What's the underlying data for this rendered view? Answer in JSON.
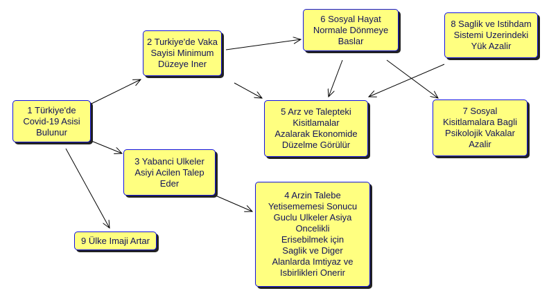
{
  "nodes": [
    {
      "id": 1,
      "label": "1 Türkiye'de\nCovid-19 Asisi\nBulunur"
    },
    {
      "id": 2,
      "label": "2 Turkiye'de Vaka\nSayisi Minimum\nDüzeye Iner"
    },
    {
      "id": 3,
      "label": "3 Yabanci Ulkeler\nAsiyi Acilen Talep\nEder"
    },
    {
      "id": 4,
      "label": "4 Arzin Talebe\nYetisememesi Sonucu\nGuclu Ulkeler Asiya\nOncelikli\nErisebilmek için\nSaglik ve Diger\nAlanlarda Imtiyaz ve\nIsbirlikleri Onerir"
    },
    {
      "id": 5,
      "label": "5 Arz ve Talepteki\nKisitlamalar\nAzalarak Ekonomide\nDüzelme Görülür"
    },
    {
      "id": 6,
      "label": "6 Sosyal Hayat\nNormale Dönmeye\nBaslar"
    },
    {
      "id": 7,
      "label": "7 Sosyal\nKisitlamalara Bagli\nPsikolojik Vakalar\nAzalir"
    },
    {
      "id": 8,
      "label": "8 Saglik ve Istihdam\nSistemi Uzerindeki\nYük Azalir"
    },
    {
      "id": 9,
      "label": "9 Ülke Imaji Artar"
    }
  ],
  "edges": [
    [
      1,
      2
    ],
    [
      1,
      3
    ],
    [
      1,
      9
    ],
    [
      2,
      5
    ],
    [
      2,
      6
    ],
    [
      6,
      5
    ],
    [
      6,
      7
    ],
    [
      8,
      5
    ],
    [
      3,
      4
    ]
  ],
  "colors": {
    "fill": "#ffff80",
    "border": "#1010e0",
    "text": "#10105a"
  }
}
